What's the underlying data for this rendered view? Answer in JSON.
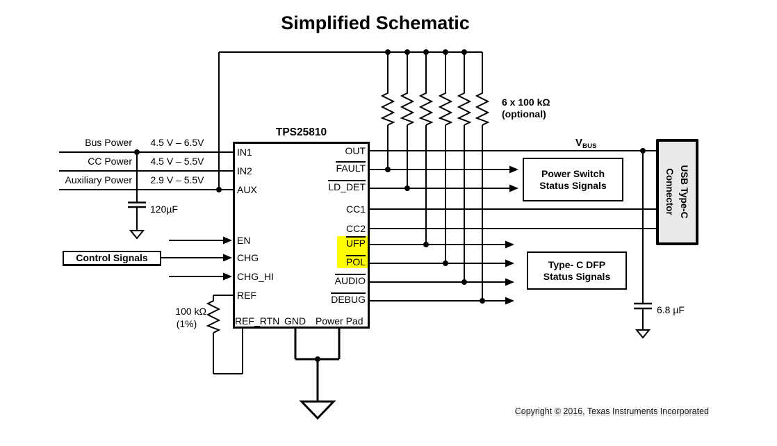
{
  "title": "Simplified Schematic",
  "footer": "Copyright © 2016, Texas Instruments Incorporated",
  "ic": {
    "name": "TPS25810",
    "left_pins": [
      {
        "label": "IN1"
      },
      {
        "label": "IN2"
      },
      {
        "label": "AUX"
      },
      {
        "label": "EN"
      },
      {
        "label": "CHG"
      },
      {
        "label": "CHG_HI"
      },
      {
        "label": "REF"
      }
    ],
    "bottom_pins": [
      {
        "label": "REF_RTN"
      },
      {
        "label": "GND"
      },
      {
        "label": "Power Pad"
      }
    ],
    "right_pins": [
      {
        "label": "OUT",
        "overline": false,
        "highlight": false
      },
      {
        "label": "FAULT",
        "overline": true,
        "highlight": false
      },
      {
        "label": "LD_DET",
        "overline": true,
        "highlight": false
      },
      {
        "label": "CC1",
        "overline": false,
        "highlight": false
      },
      {
        "label": "CC2",
        "overline": false,
        "highlight": false
      },
      {
        "label": "UFP",
        "overline": true,
        "highlight": true
      },
      {
        "label": "POL",
        "overline": true,
        "highlight": true
      },
      {
        "label": "AUDIO",
        "overline": true,
        "highlight": false
      },
      {
        "label": "DEBUG",
        "overline": true,
        "highlight": false
      }
    ]
  },
  "power_inputs": [
    {
      "label": "Bus Power",
      "range": "4.5 V – 6.5V"
    },
    {
      "label": "CC Power",
      "range": "4.5 V – 5.5V"
    },
    {
      "label": "Auxiliary Power",
      "range": "2.9 V – 5.5V"
    }
  ],
  "components": {
    "input_capacitor": "120µF",
    "output_capacitor": "6.8 µF",
    "pullup_value": "6 x 100 kΩ",
    "pullup_note": "(optional)",
    "ref_resistor": "100 kΩ",
    "ref_tolerance": "(1%)"
  },
  "labels": {
    "vbus_main": "V",
    "vbus_sub": "BUS"
  },
  "boxes": {
    "control_signals": "Control Signals",
    "power_switch": [
      "Power Switch",
      "Status Signals"
    ],
    "typec_dfp": [
      "Type- C DFP",
      "Status Signals"
    ],
    "usb_connector": [
      "USB Type-C",
      "Connector"
    ]
  },
  "colors": {
    "highlight": "#FFFF00",
    "connector_fill": "#E9E9E9",
    "line": "#000000"
  }
}
